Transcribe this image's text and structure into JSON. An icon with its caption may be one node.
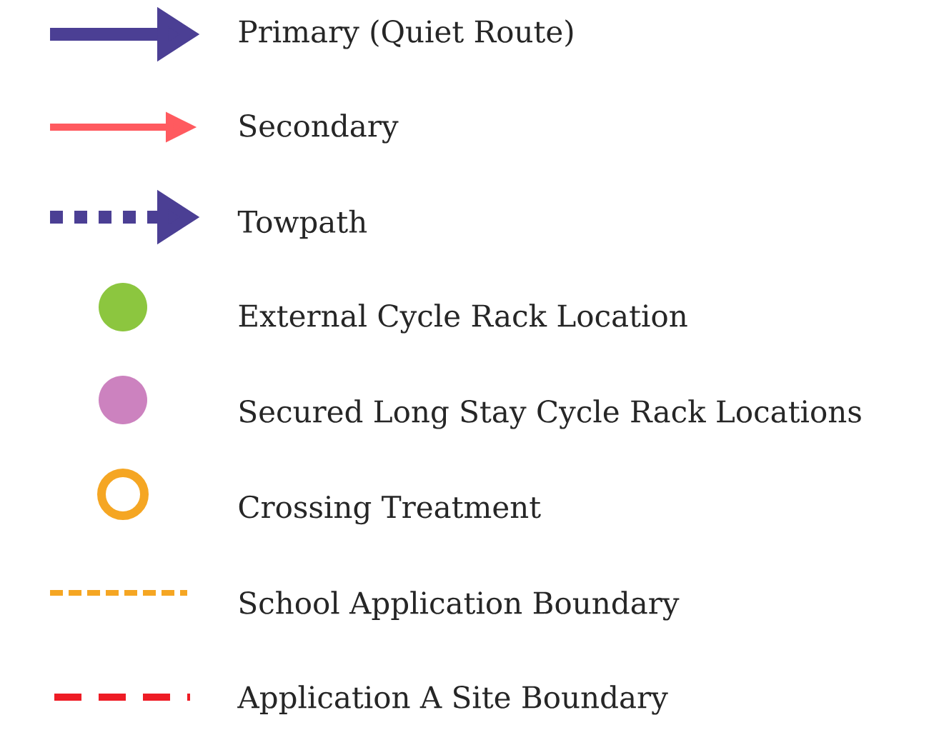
{
  "diagram": {
    "legend": [
      {
        "text": "Primary (Quiet Route)"
      },
      {
        "text": "Secondary"
      },
      {
        "text": "Towpath"
      },
      {
        "text": "External Cycle Rack Location",
        "color": "#8cc63f"
      },
      {
        "text": "Secured Long Stay Cycle Rack Locations",
        "color": "#cc82bf"
      },
      {
        "text": "Crossing Treatment"
      },
      {
        "text": "School Application Boundary"
      },
      {
        "text": "Application A Site Boundary"
      }
    ]
  }
}
